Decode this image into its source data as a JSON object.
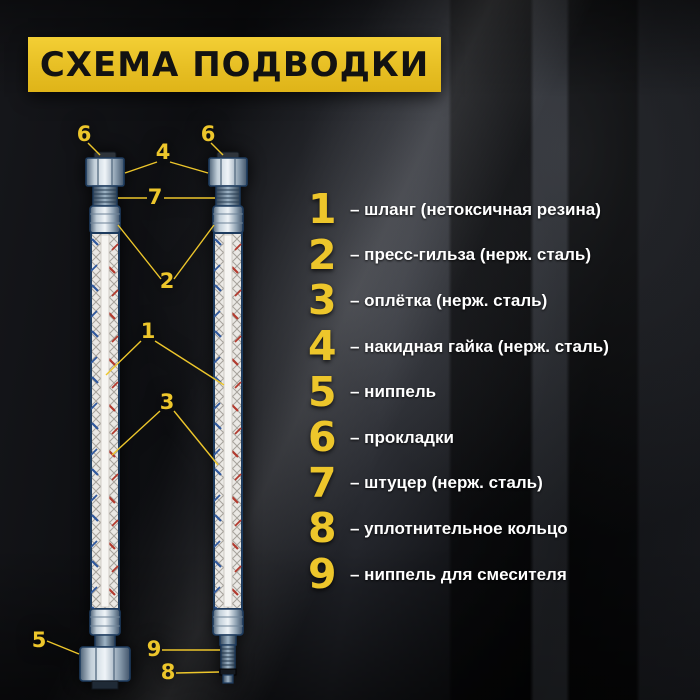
{
  "title": "СХЕМА ПОДВОДКИ",
  "colors": {
    "accent_yellow": "#edc62b",
    "background_dark": "#0c0d10",
    "text_white": "#ffffff",
    "fitting_outline_navy": "#1d3b5e"
  },
  "legend": [
    {
      "num": "1",
      "label": "– шланг (нетоксичная резина)"
    },
    {
      "num": "2",
      "label": "– пресс-гильза (нерж. сталь)"
    },
    {
      "num": "3",
      "label": "– оплётка (нерж. сталь)"
    },
    {
      "num": "4",
      "label": "– накидная гайка (нерж. сталь)"
    },
    {
      "num": "5",
      "label": "– ниппель"
    },
    {
      "num": "6",
      "label": "– прокладки"
    },
    {
      "num": "7",
      "label": "– штуцер (нерж. сталь)"
    },
    {
      "num": "8",
      "label": "– уплотнительное кольцо"
    },
    {
      "num": "9",
      "label": "– ниппель для смесителя"
    }
  ],
  "diagram": {
    "callouts": [
      "6",
      "4",
      "6",
      "7",
      "2",
      "1",
      "3",
      "5",
      "9",
      "8"
    ]
  }
}
